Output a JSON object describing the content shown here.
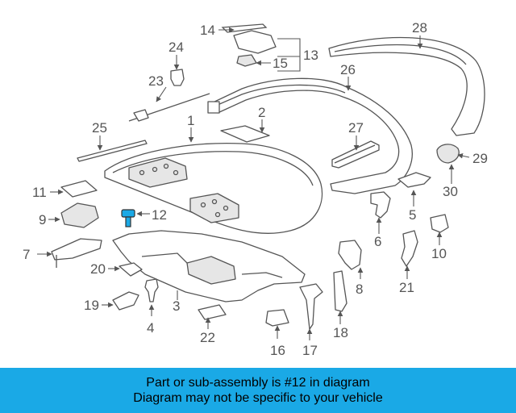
{
  "colors": {
    "banner_bg": "#1aa9e6",
    "line": "#555555",
    "highlight": "#1aa9e6",
    "label": "#555555"
  },
  "highlighted_part": "12",
  "callouts": [
    "1",
    "2",
    "3",
    "4",
    "5",
    "6",
    "7",
    "8",
    "9",
    "10",
    "11",
    "12",
    "13",
    "14",
    "15",
    "16",
    "17",
    "18",
    "19",
    "20",
    "21",
    "22",
    "23",
    "24",
    "25",
    "26",
    "27",
    "28",
    "29",
    "30"
  ],
  "banner": {
    "line1": "Part or sub-assembly is #12 in diagram",
    "line2": "Diagram may not be specific to your vehicle"
  }
}
